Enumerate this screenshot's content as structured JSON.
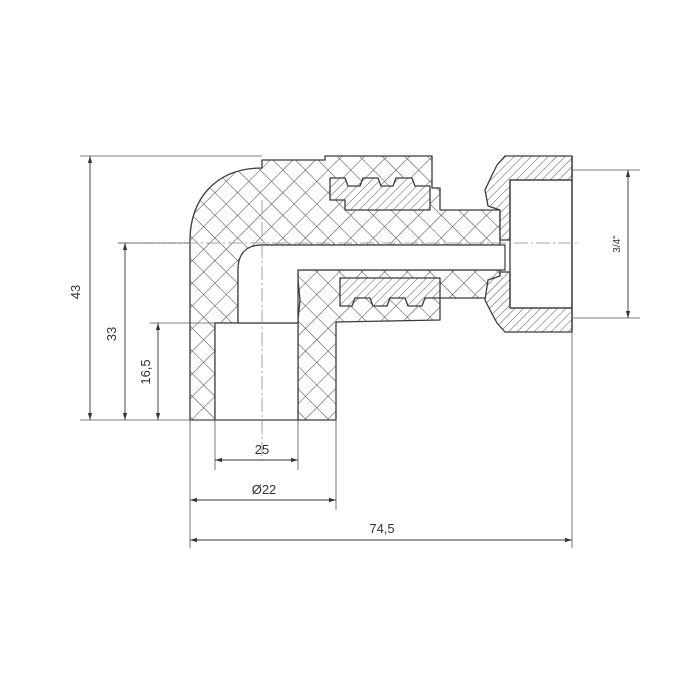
{
  "dimensions": {
    "overall_height": "43",
    "inner_height": "33",
    "socket_depth": "16,5",
    "socket_inner": "25",
    "socket_outer": "Ø22",
    "overall_length": "74,5",
    "thread_size": "3/4\""
  }
}
